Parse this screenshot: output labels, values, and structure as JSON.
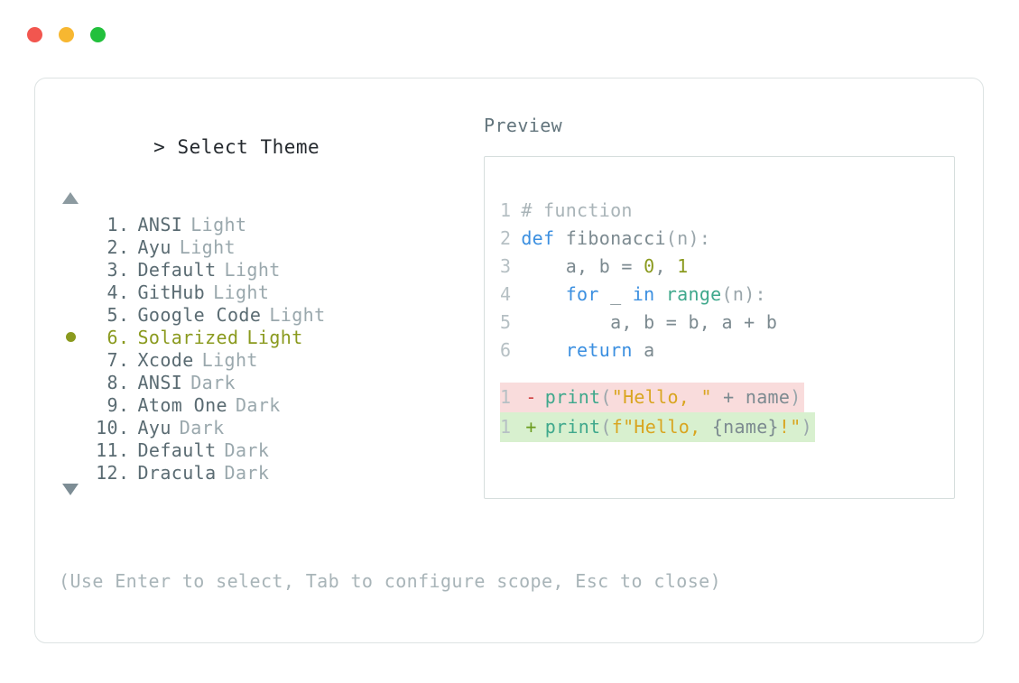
{
  "window": {
    "traffic_lights": [
      {
        "name": "close-button",
        "color": "#f2564f"
      },
      {
        "name": "minimize-button",
        "color": "#f7b731"
      },
      {
        "name": "maximize-button",
        "color": "#22c03c"
      }
    ]
  },
  "left": {
    "prompt_caret": ">",
    "prompt_title": "Select Theme",
    "scroll_up_icon": "triangle-up-icon",
    "scroll_down_icon": "triangle-down-icon",
    "selected_index": 6,
    "selected_bullet_color": "#8a9a1e",
    "items": [
      {
        "index": "1",
        "dot": ".",
        "name": "ANSI",
        "variant": "Light",
        "selected": false
      },
      {
        "index": "2",
        "dot": ".",
        "name": "Ayu",
        "variant": "Light",
        "selected": false
      },
      {
        "index": "3",
        "dot": ".",
        "name": "Default",
        "variant": "Light",
        "selected": false
      },
      {
        "index": "4",
        "dot": ".",
        "name": "GitHub",
        "variant": "Light",
        "selected": false
      },
      {
        "index": "5",
        "dot": ".",
        "name": "Google Code",
        "variant": "Light",
        "selected": false
      },
      {
        "index": "6",
        "dot": ".",
        "name": "Solarized",
        "variant": "Light",
        "selected": true
      },
      {
        "index": "7",
        "dot": ".",
        "name": "Xcode",
        "variant": "Light",
        "selected": false
      },
      {
        "index": "8",
        "dot": ".",
        "name": "ANSI",
        "variant": "Dark",
        "selected": false
      },
      {
        "index": "9",
        "dot": ".",
        "name": "Atom One",
        "variant": "Dark",
        "selected": false
      },
      {
        "index": "10",
        "dot": ".",
        "name": "Ayu",
        "variant": "Dark",
        "selected": false
      },
      {
        "index": "11",
        "dot": ".",
        "name": "Default",
        "variant": "Dark",
        "selected": false
      },
      {
        "index": "12",
        "dot": ".",
        "name": "Dracula",
        "variant": "Dark",
        "selected": false
      }
    ]
  },
  "footer": {
    "hint": "(Use Enter to select, Tab to configure scope, Esc to close)"
  },
  "preview": {
    "label": "Preview",
    "code_lines": [
      {
        "ln": "1",
        "tokens": [
          {
            "t": "# function",
            "c": "tok-comment"
          }
        ]
      },
      {
        "ln": "2",
        "tokens": [
          {
            "t": "def ",
            "c": "tok-kw"
          },
          {
            "t": "fibonacci",
            "c": "tok-fn"
          },
          {
            "t": "(n):",
            "c": "tok-punct"
          }
        ]
      },
      {
        "ln": "3",
        "tokens": [
          {
            "t": "    a, b = ",
            "c": "tok-plain"
          },
          {
            "t": "0",
            "c": "tok-num"
          },
          {
            "t": ", ",
            "c": "tok-plain"
          },
          {
            "t": "1",
            "c": "tok-num"
          }
        ]
      },
      {
        "ln": "4",
        "tokens": [
          {
            "t": "    ",
            "c": "tok-plain"
          },
          {
            "t": "for",
            "c": "tok-kw"
          },
          {
            "t": " _ ",
            "c": "tok-plain"
          },
          {
            "t": "in",
            "c": "tok-kw"
          },
          {
            "t": " ",
            "c": "tok-plain"
          },
          {
            "t": "range",
            "c": "tok-builtin"
          },
          {
            "t": "(n):",
            "c": "tok-punct"
          }
        ]
      },
      {
        "ln": "5",
        "tokens": [
          {
            "t": "        a, b = b, a + b",
            "c": "tok-plain"
          }
        ]
      },
      {
        "ln": "6",
        "tokens": [
          {
            "t": "    ",
            "c": "tok-plain"
          },
          {
            "t": "return",
            "c": "tok-kw"
          },
          {
            "t": " a",
            "c": "tok-plain"
          }
        ]
      }
    ],
    "diff_lines": [
      {
        "ln": "1",
        "kind": "removed",
        "marker": "-",
        "tokens": [
          {
            "t": "print",
            "c": "tok-builtin"
          },
          {
            "t": "(",
            "c": "tok-punct"
          },
          {
            "t": "\"Hello, \"",
            "c": "tok-str"
          },
          {
            "t": " + ",
            "c": "tok-plain"
          },
          {
            "t": "name",
            "c": "tok-plain"
          },
          {
            "t": ")",
            "c": "tok-punct"
          }
        ]
      },
      {
        "ln": "1",
        "kind": "added",
        "marker": "+",
        "tokens": [
          {
            "t": "print",
            "c": "tok-builtin"
          },
          {
            "t": "(",
            "c": "tok-punct"
          },
          {
            "t": "f\"Hello, ",
            "c": "tok-str"
          },
          {
            "t": "{name}",
            "c": "tok-plain"
          },
          {
            "t": "!\"",
            "c": "tok-str"
          },
          {
            "t": ")",
            "c": "tok-punct"
          }
        ]
      }
    ]
  }
}
